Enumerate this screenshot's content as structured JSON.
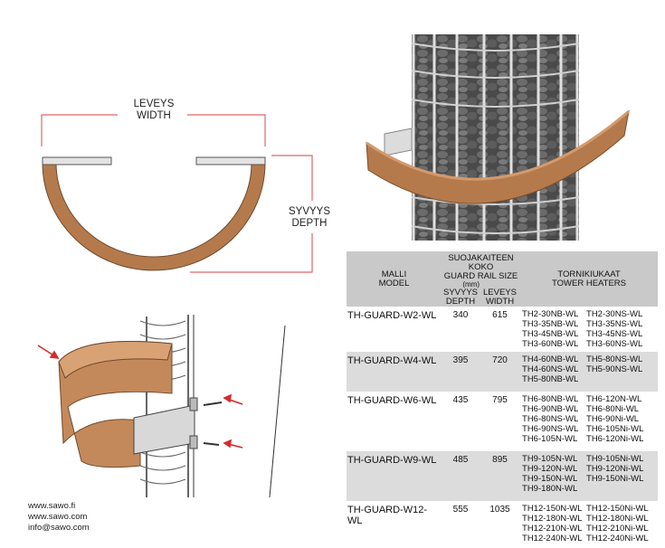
{
  "diagram_top": {
    "width_label_fi": "LEVEYS",
    "width_label_en": "WIDTH",
    "depth_label_fi": "SYVYYS",
    "depth_label_en": "DEPTH"
  },
  "contact": {
    "lines": [
      "www.sawo.fi",
      "www.sawo.com",
      "info@sawo.com"
    ]
  },
  "table": {
    "col_model_fi": "MALLI",
    "col_model_en": "MODEL",
    "col_size_fi": "SUOJAKAITEEN KOKO",
    "col_size_en": "GUARD RAIL SIZE",
    "col_size_unit": "(mm)",
    "col_depth_fi": "SYVYYS",
    "col_depth_en": "DEPTH",
    "col_width_fi": "LEVEYS",
    "col_width_en": "WIDTH",
    "col_heaters_fi": "TORNIKIUKAAT",
    "col_heaters_en": "TOWER HEATERS",
    "rows": [
      {
        "model": "TH-GUARD-W2-WL",
        "depth": "340",
        "width": "615",
        "heaters": [
          "TH2-30NB-WL",
          "TH2-30NS-WL",
          "TH3-35NB-WL",
          "TH3-35NS-WL",
          "TH3-45NB-WL",
          "TH3-45NS-WL",
          "TH3-60NB-WL",
          "TH3-60NS-WL"
        ]
      },
      {
        "model": "TH-GUARD-W4-WL",
        "depth": "395",
        "width": "720",
        "heaters": [
          "TH4-60NB-WL",
          "TH5-80NS-WL",
          "TH4-60NS-WL",
          "TH5-90NS-WL",
          "TH5-80NB-WL",
          ""
        ]
      },
      {
        "model": "TH-GUARD-W6-WL",
        "depth": "435",
        "width": "795",
        "heaters": [
          "TH6-80NB-WL",
          "TH6-120N-WL",
          "TH6-90NB-WL",
          "TH6-80Ni-WL",
          "TH6-80NS-WL",
          "TH6-90Ni-WL",
          "TH6-90NS-WL",
          "TH6-105Ni-WL",
          "TH6-105N-WL",
          "TH6-120Ni-WL"
        ]
      },
      {
        "model": "TH-GUARD-W9-WL",
        "depth": "485",
        "width": "895",
        "heaters": [
          "TH9-105N-WL",
          "TH9-105Ni-WL",
          "TH9-120N-WL",
          "TH9-120Ni-WL",
          "TH9-150N-WL",
          "TH9-150Ni-WL",
          "TH9-180N-WL",
          ""
        ]
      },
      {
        "model": "TH-GUARD-W12-WL",
        "depth": "555",
        "width": "1035",
        "heaters": [
          "TH12-150N-WL",
          "TH12-150Ni-WL",
          "TH12-180N-WL",
          "TH12-180Ni-WL",
          "TH12-210N-WL",
          "TH12-210Ni-WL",
          "TH12-240N-WL",
          "TH12-240Ni-WL"
        ]
      }
    ]
  },
  "colors": {
    "wood": "#b57a4c",
    "wood_dark": "#8a5630",
    "dimension_red": "#d9534f",
    "arrow_red": "#d62b2b",
    "table_header_grey": "#c9c9c9",
    "row_grey": "#dcdcdc"
  }
}
